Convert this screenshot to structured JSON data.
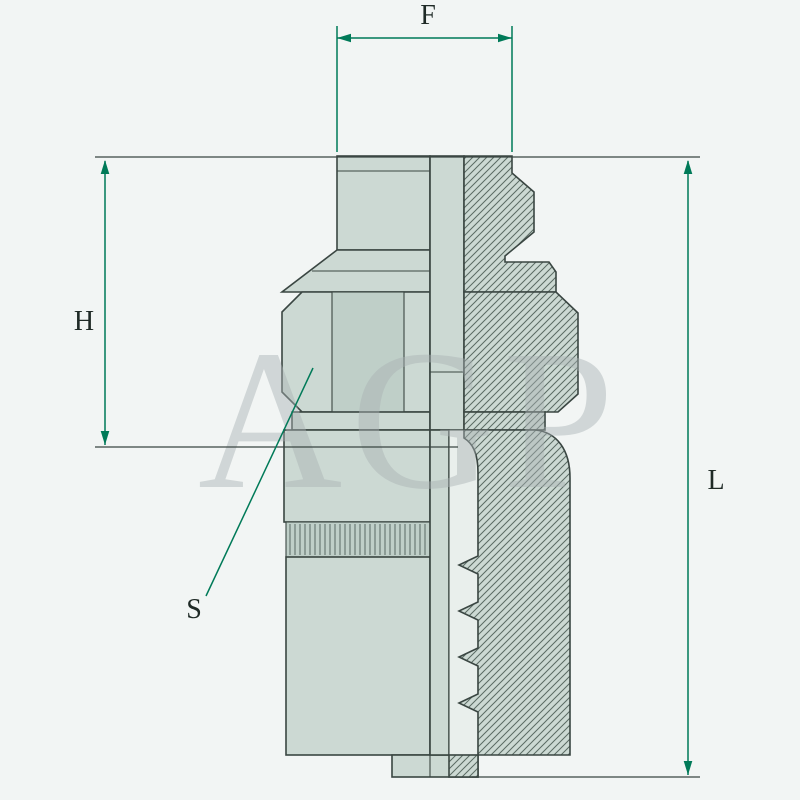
{
  "diagram": {
    "watermark": "AGP",
    "labels": {
      "f": "F",
      "h": "H",
      "l": "L",
      "s": "S"
    }
  },
  "colors": {
    "background": "#f2f5f4",
    "body_fill": "#ccd9d3",
    "body_fill_dark": "#bfcfc8",
    "gap_fill": "#e9efec",
    "outline": "#3a4642",
    "hatch_line": "#5a6a63",
    "dimension": "#007a58",
    "watermark": "#a9b2b4",
    "label_text": "#1f2a26"
  }
}
